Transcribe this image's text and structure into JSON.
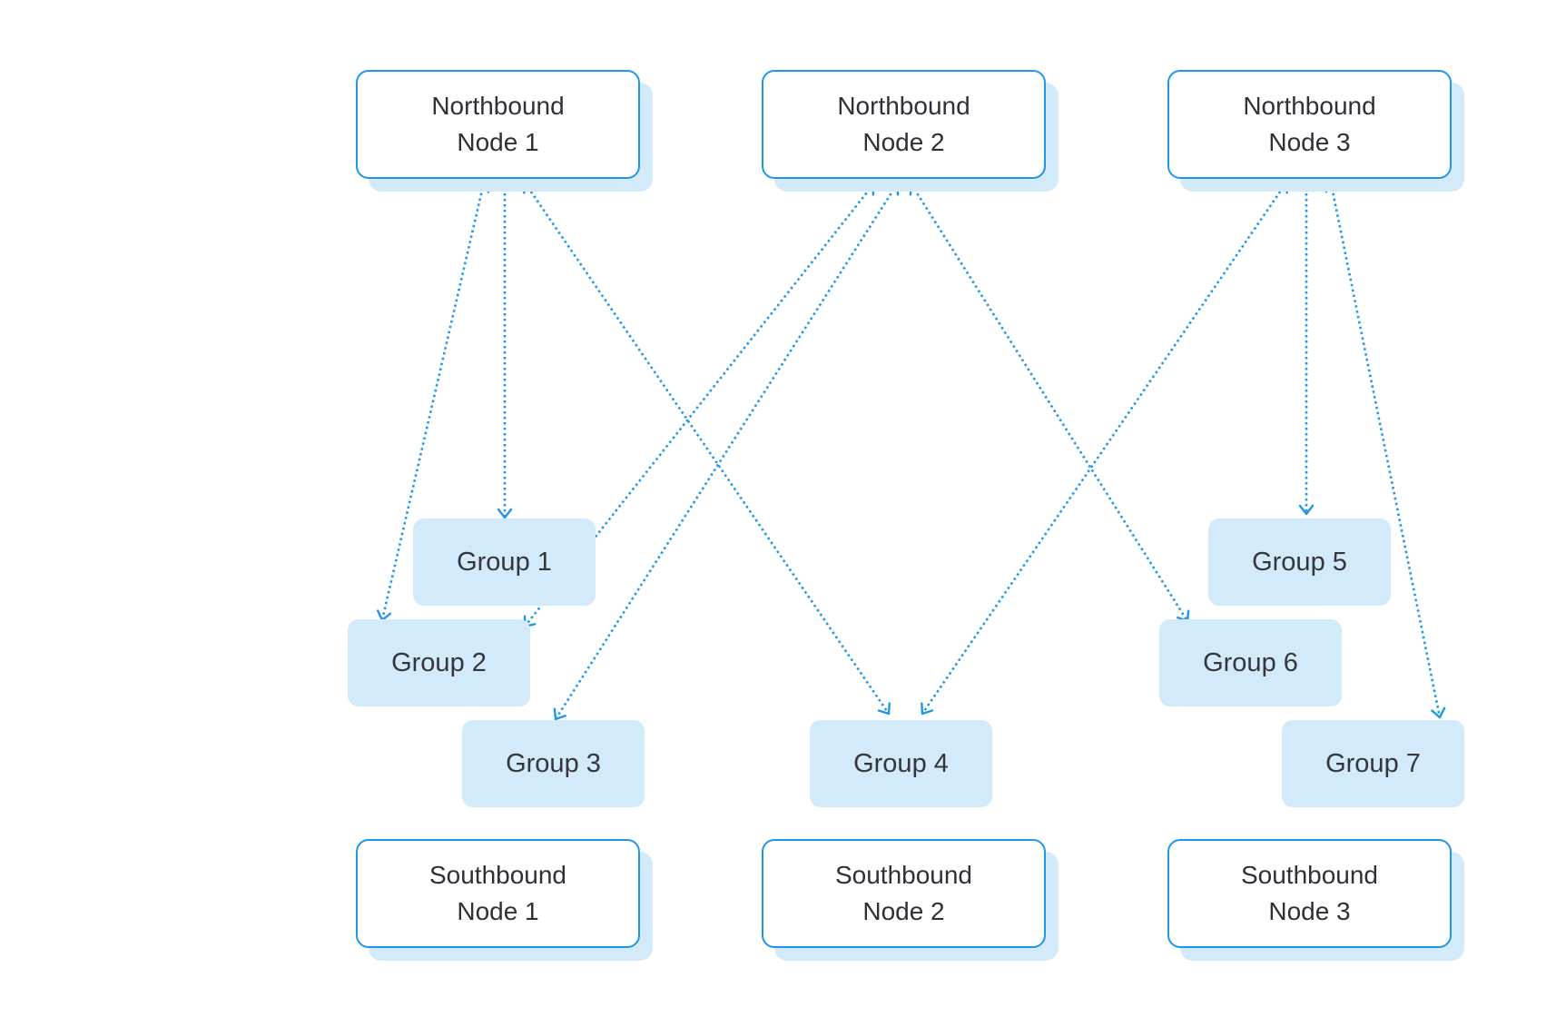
{
  "diagram": {
    "edge_color": "#1f97e8",
    "node_border_color": "#1f97e8",
    "group_fill_color": "#d3eafb",
    "northbound": [
      {
        "line1": "Northbound",
        "line2": "Node 1"
      },
      {
        "line1": "Northbound",
        "line2": "Node 2"
      },
      {
        "line1": "Northbound",
        "line2": "Node 3"
      }
    ],
    "groups": [
      {
        "label": "Group 1"
      },
      {
        "label": "Group 2"
      },
      {
        "label": "Group 3"
      },
      {
        "label": "Group 4"
      },
      {
        "label": "Group 5"
      },
      {
        "label": "Group 6"
      },
      {
        "label": "Group 7"
      }
    ],
    "southbound": [
      {
        "line1": "Southbound",
        "line2": "Node 1"
      },
      {
        "line1": "Southbound",
        "line2": "Node 2"
      },
      {
        "line1": "Southbound",
        "line2": "Node 3"
      }
    ],
    "connections": [
      {
        "from": "Northbound Node 1",
        "to": "Group 2",
        "direction": "bidirectional",
        "style": "dotted"
      },
      {
        "from": "Northbound Node 1",
        "to": "Group 1",
        "direction": "bidirectional",
        "style": "dotted"
      },
      {
        "from": "Northbound Node 1",
        "to": "Group 4",
        "direction": "bidirectional",
        "style": "dotted"
      },
      {
        "from": "Northbound Node 2",
        "to": "Group 2",
        "direction": "bidirectional",
        "style": "dotted"
      },
      {
        "from": "Northbound Node 2",
        "to": "Group 3",
        "direction": "bidirectional",
        "style": "dotted"
      },
      {
        "from": "Northbound Node 2",
        "to": "Group 6",
        "direction": "bidirectional",
        "style": "dotted"
      },
      {
        "from": "Northbound Node 3",
        "to": "Group 4",
        "direction": "bidirectional",
        "style": "dotted"
      },
      {
        "from": "Northbound Node 3",
        "to": "Group 5",
        "direction": "bidirectional",
        "style": "dotted"
      },
      {
        "from": "Northbound Node 3",
        "to": "Group 7",
        "direction": "bidirectional",
        "style": "dotted"
      }
    ]
  }
}
